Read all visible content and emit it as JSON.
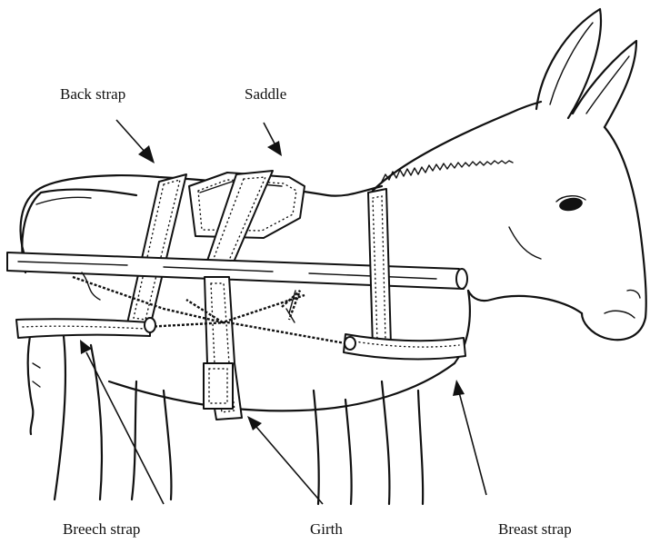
{
  "labels": {
    "back_strap": "Back strap",
    "saddle": "Saddle",
    "breech_strap": "Breech strap",
    "girth": "Girth",
    "breast_strap": "Breast strap"
  }
}
